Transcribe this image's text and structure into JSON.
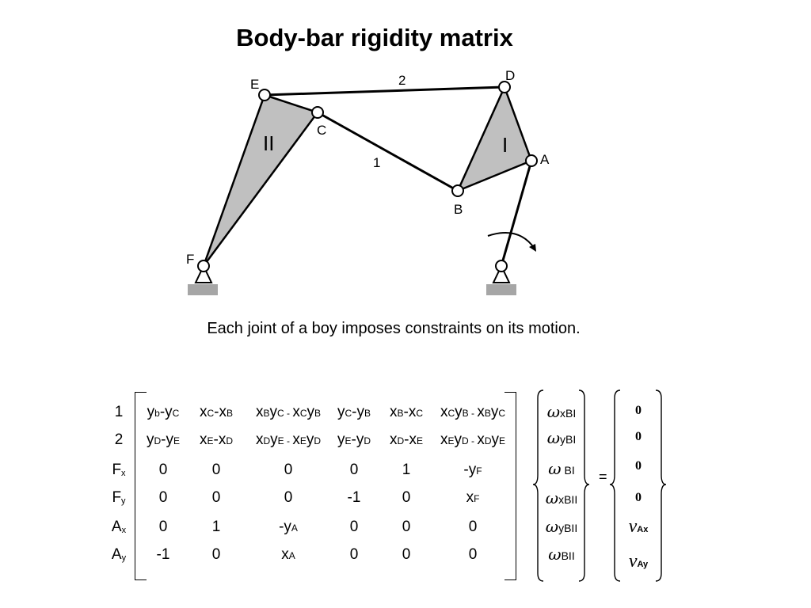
{
  "title": "Body-bar rigidity matrix",
  "caption": "Each joint of a boy imposes constraints on its motion.",
  "diagram": {
    "joints": [
      "A",
      "B",
      "C",
      "D",
      "E",
      "F"
    ],
    "bars": [
      "1",
      "2"
    ],
    "bodies": [
      "I",
      "II"
    ],
    "body_fill": "#c0c0c0",
    "ground_fill": "#a6a6a6"
  },
  "matrix": {
    "row_labels": [
      {
        "main": "1",
        "sub": ""
      },
      {
        "main": "2",
        "sub": ""
      },
      {
        "main": "F",
        "sub": "x"
      },
      {
        "main": "F",
        "sub": "y"
      },
      {
        "main": "A",
        "sub": "x"
      },
      {
        "main": "A",
        "sub": "y"
      }
    ],
    "rows": [
      [
        [
          [
            "y",
            "n"
          ],
          [
            "b",
            "s"
          ],
          [
            "-",
            "n"
          ],
          [
            "y",
            "n"
          ],
          [
            "C",
            "s"
          ]
        ],
        [
          [
            "x",
            "n"
          ],
          [
            "C",
            "s"
          ],
          [
            "-",
            "n"
          ],
          [
            "x",
            "n"
          ],
          [
            "B",
            "s"
          ]
        ],
        [
          [
            "x",
            "n"
          ],
          [
            "B",
            "s"
          ],
          [
            "y",
            "n"
          ],
          [
            "C",
            "s"
          ],
          [
            " - ",
            "s"
          ],
          [
            "x",
            "n"
          ],
          [
            "C",
            "s"
          ],
          [
            "y",
            "n"
          ],
          [
            "B",
            "s"
          ]
        ],
        [
          [
            "y",
            "n"
          ],
          [
            "C",
            "s"
          ],
          [
            "-",
            "n"
          ],
          [
            "y",
            "n"
          ],
          [
            "B",
            "s"
          ]
        ],
        [
          [
            "x",
            "n"
          ],
          [
            "B",
            "s"
          ],
          [
            "-",
            "n"
          ],
          [
            "x",
            "n"
          ],
          [
            "C",
            "s"
          ]
        ],
        [
          [
            "x",
            "n"
          ],
          [
            "C",
            "s"
          ],
          [
            "y",
            "n"
          ],
          [
            "B",
            "s"
          ],
          [
            " - ",
            "s"
          ],
          [
            "x",
            "n"
          ],
          [
            "B",
            "s"
          ],
          [
            "y",
            "n"
          ],
          [
            "C",
            "s"
          ]
        ]
      ],
      [
        [
          [
            "y",
            "n"
          ],
          [
            "D",
            "s"
          ],
          [
            "-",
            "n"
          ],
          [
            "y",
            "n"
          ],
          [
            "E",
            "s"
          ]
        ],
        [
          [
            "x",
            "n"
          ],
          [
            "E",
            "s"
          ],
          [
            "-",
            "n"
          ],
          [
            "x",
            "n"
          ],
          [
            "D",
            "s"
          ]
        ],
        [
          [
            "x",
            "n"
          ],
          [
            "D",
            "s"
          ],
          [
            "y",
            "n"
          ],
          [
            "E",
            "s"
          ],
          [
            " - ",
            "s"
          ],
          [
            "x",
            "n"
          ],
          [
            "E",
            "s"
          ],
          [
            "y",
            "n"
          ],
          [
            "D",
            "s"
          ]
        ],
        [
          [
            "y",
            "n"
          ],
          [
            "E",
            "s"
          ],
          [
            "-",
            "n"
          ],
          [
            "y",
            "n"
          ],
          [
            "D",
            "s"
          ]
        ],
        [
          [
            "x",
            "n"
          ],
          [
            "D",
            "s"
          ],
          [
            "-",
            "n"
          ],
          [
            "x",
            "n"
          ],
          [
            "E",
            "s"
          ]
        ],
        [
          [
            "x",
            "n"
          ],
          [
            "E",
            "s"
          ],
          [
            "y",
            "n"
          ],
          [
            "D",
            "s"
          ],
          [
            " - ",
            "s"
          ],
          [
            "x",
            "n"
          ],
          [
            "D",
            "s"
          ],
          [
            "y",
            "n"
          ],
          [
            "E",
            "s"
          ]
        ]
      ],
      [
        [
          [
            "0",
            "n"
          ]
        ],
        [
          [
            "0",
            "n"
          ]
        ],
        [
          [
            "0",
            "n"
          ]
        ],
        [
          [
            "0",
            "n"
          ]
        ],
        [
          [
            "1",
            "n"
          ]
        ],
        [
          [
            "-y",
            "n"
          ],
          [
            "F",
            "s"
          ]
        ]
      ],
      [
        [
          [
            "0",
            "n"
          ]
        ],
        [
          [
            "0",
            "n"
          ]
        ],
        [
          [
            "0",
            "n"
          ]
        ],
        [
          [
            "-1",
            "n"
          ]
        ],
        [
          [
            "0",
            "n"
          ]
        ],
        [
          [
            "x",
            "n"
          ],
          [
            "F",
            "s"
          ]
        ]
      ],
      [
        [
          [
            "0",
            "n"
          ]
        ],
        [
          [
            "1",
            "n"
          ]
        ],
        [
          [
            "-y",
            "n"
          ],
          [
            "A",
            "s"
          ]
        ],
        [
          [
            "0",
            "n"
          ]
        ],
        [
          [
            "0",
            "n"
          ]
        ],
        [
          [
            "0",
            "n"
          ]
        ]
      ],
      [
        [
          [
            "-1",
            "n"
          ]
        ],
        [
          [
            "0",
            "n"
          ]
        ],
        [
          [
            "x",
            "n"
          ],
          [
            "A",
            "s"
          ]
        ],
        [
          [
            "0",
            "n"
          ]
        ],
        [
          [
            "0",
            "n"
          ]
        ],
        [
          [
            "0",
            "n"
          ]
        ]
      ]
    ]
  },
  "unknowns": [
    {
      "symbol": "ω",
      "sub": "xBI"
    },
    {
      "symbol": "ω",
      "sub": "yBI"
    },
    {
      "symbol": "ω",
      "sub": " BI"
    },
    {
      "symbol": "ω",
      "sub": "xBII"
    },
    {
      "symbol": "ω",
      "sub": "yBII"
    },
    {
      "symbol": "ω",
      "sub": "BII"
    }
  ],
  "equals": "=",
  "rhs": [
    {
      "symbol": "0",
      "sub": ""
    },
    {
      "symbol": "0",
      "sub": ""
    },
    {
      "symbol": "0",
      "sub": ""
    },
    {
      "symbol": "0",
      "sub": ""
    },
    {
      "symbol": "ν",
      "sub": "Ax"
    },
    {
      "symbol": "ν",
      "sub": "Ay"
    }
  ]
}
